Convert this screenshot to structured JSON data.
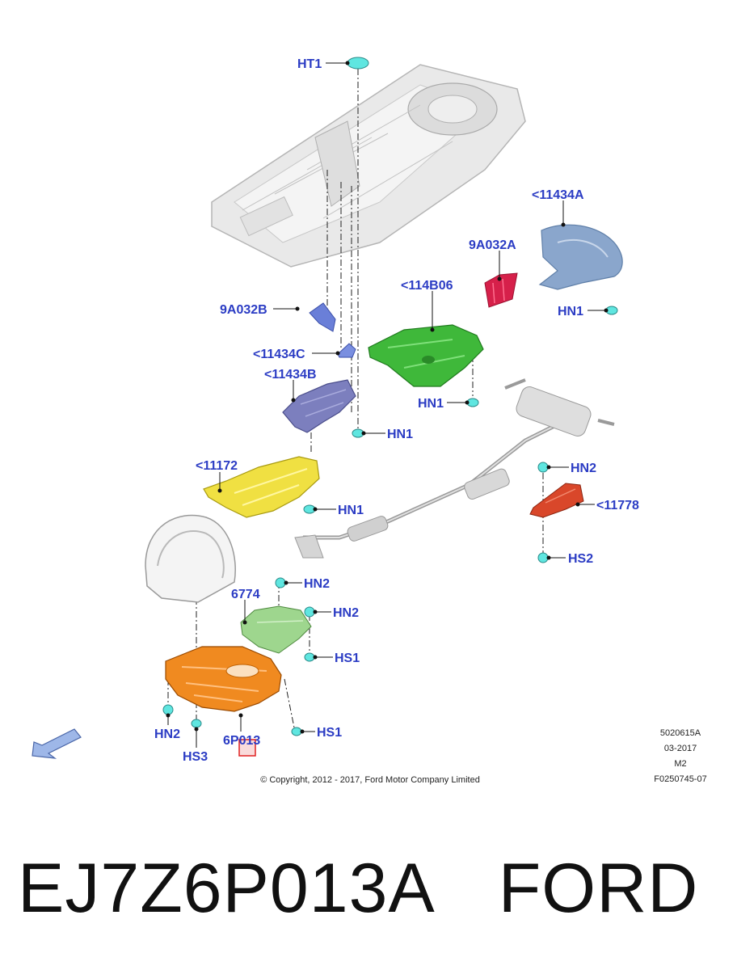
{
  "labels": {
    "ht1": "HT1",
    "p11434a": "<11434A",
    "p9a032a": "9A032A",
    "p114b06": "<114B06",
    "p9a032b": "9A032B",
    "p11434c": "<11434C",
    "p11434b": "<11434B",
    "hn1_right_top": "HN1",
    "hn1_green": "HN1",
    "hn1_center": "HN1",
    "p11172": "<11172",
    "hn1_yellow": "HN1",
    "hn2_right": "HN2",
    "p11778": "<11778",
    "hs2": "HS2",
    "hn2_lower_a": "HN2",
    "p6774": "6774",
    "hn2_lower_b": "HN2",
    "hs1_a": "HS1",
    "hs1_b": "HS1",
    "hn2_left": "HN2",
    "hs3": "HS3",
    "p6p013": "6P013"
  },
  "meta": {
    "code": "5020615A",
    "date": "03-2017",
    "version": "M2",
    "figure": "F0250745-07"
  },
  "copyright": "© Copyright, 2012 - 2017, Ford Motor Company Limited",
  "caption": {
    "part_number": "EJ7Z6P013A",
    "brand": "FORD"
  },
  "colors": {
    "label": "#2b3cc4",
    "highlight": "#e02020",
    "fastener": "#5fe6e0"
  }
}
